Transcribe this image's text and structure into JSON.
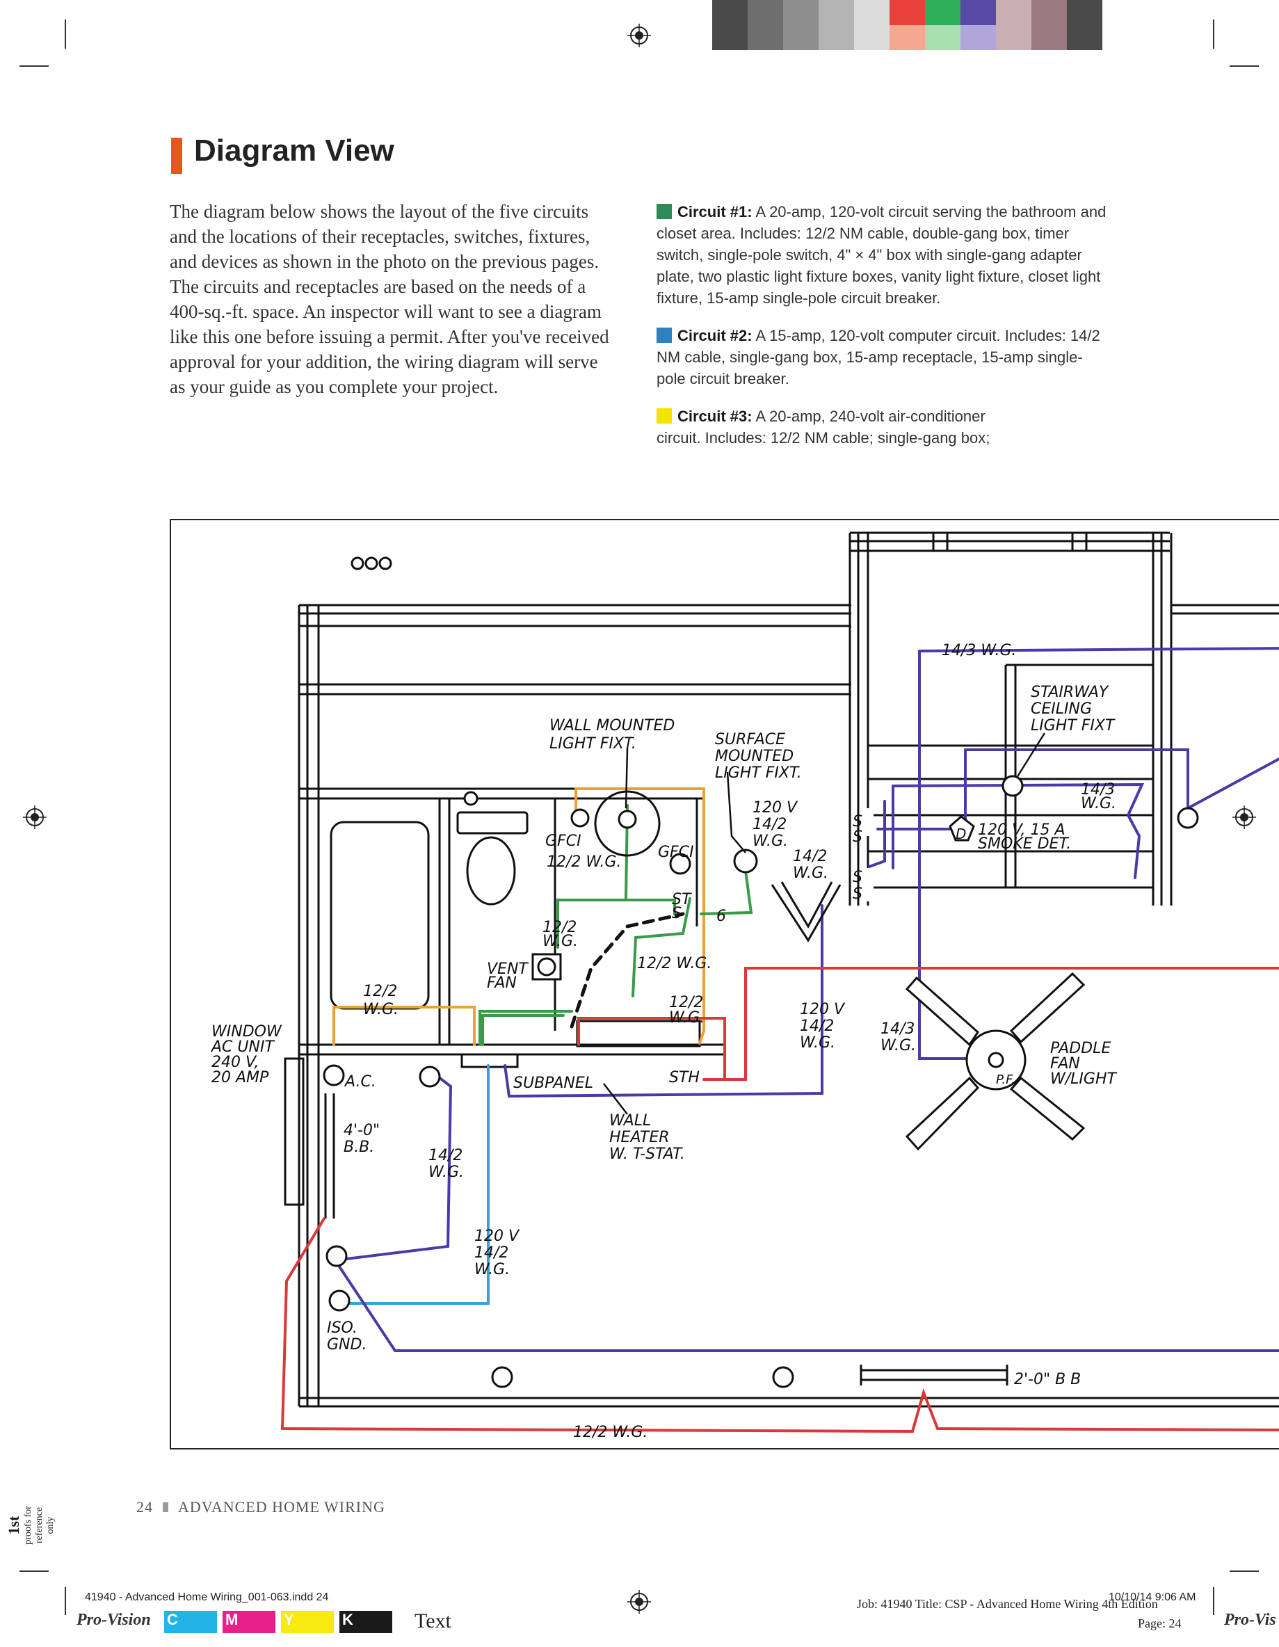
{
  "page": {
    "heading": "Diagram View",
    "intro": "The diagram below shows the layout of the five circuits and the locations of their receptacles, switches, fixtures, and devices as shown in the photo on the previous pages. The circuits and receptacles are based on the needs of a 400-sq.-ft. space. An inspector will want to see a diagram like this one before issuing a permit. After you've received approval for your addition, the wiring diagram will serve as your guide as you complete your project.",
    "circuits": [
      {
        "label": "Circuit #1:",
        "text": " A 20-amp, 120-volt circuit serving the bathroom and closet area. Includes: 12/2 NM cable, double-gang box, timer switch, single-pole switch, 4\" × 4\" box with single-gang adapter plate, two plastic light fixture boxes, vanity light fixture, closet light fixture, 15-amp single-pole circuit breaker.",
        "color": "#2e8b57"
      },
      {
        "label": "Circuit #2:",
        "text": " A 15-amp, 120-volt computer circuit. Includes: 14/2 NM cable, single-gang box, 15-amp receptacle, 15-amp single-pole circuit breaker.",
        "color": "#2f7fc1"
      },
      {
        "label": "Circuit #3:",
        "text": " A 20-amp, 240-volt air-conditioner circuit. Includes: 12/2 NM cable; single-gang box;",
        "color": "#f5e400"
      }
    ],
    "footer": {
      "page_number": "24",
      "book_title": "ADVANCED HOME WIRING"
    }
  },
  "diagram_labels": {
    "wall_mounted": [
      "WALL MOUNTED",
      "LIGHT FIXT."
    ],
    "surface_mounted": [
      "SURFACE",
      "MOUNTED",
      "LIGHT FIXT."
    ],
    "stairway": [
      "STAIRWAY",
      "CEILING",
      "LIGHT FIXT"
    ],
    "wg_14_3_top": "14/3 W.G.",
    "wg_14_3_right": [
      "14/3",
      "W.G."
    ],
    "smoke_det": [
      "120 V, 15 A",
      "SMOKE DET."
    ],
    "smoke_d": "D",
    "gfci_left": "GFCI",
    "gfci_right": "GFCI",
    "wg_12_2_vanity": "12/2 W.G.",
    "wg_120_14_2_top": [
      "120 V",
      "14/2",
      "W.G."
    ],
    "wg_14_2_switch": [
      "14/2",
      "W.G."
    ],
    "switch_s": "S",
    "switch_st": "ST",
    "switch_6": "6",
    "wg_12_2_fan": [
      "12/2",
      "W.G."
    ],
    "vent_fan": [
      "VENT",
      "FAN"
    ],
    "wg_12_2_mid": "12/2 W.G.",
    "wg_12_2_tub": [
      "12/2",
      "W.G."
    ],
    "wg_12_2_heater": [
      "12/2",
      "W.G."
    ],
    "window_ac": [
      "WINDOW",
      "AC UNIT",
      "240 V,",
      "20 AMP"
    ],
    "ac": "A.C.",
    "subpanel": "SUBPANEL",
    "sth": "STH",
    "wall_heater": [
      "WALL",
      "HEATER",
      "W. T-STAT."
    ],
    "wg_120_14_2_mid": [
      "120 V",
      "14/2",
      "W.G."
    ],
    "wg_14_3_fan": [
      "14/3",
      "W.G."
    ],
    "paddle_fan": [
      "PADDLE",
      "FAN",
      "W/LIGHT"
    ],
    "pf": "P.F.",
    "bb_4": [
      "4'-0\"",
      "B.B."
    ],
    "wg_14_2_left": [
      "14/2",
      "W.G."
    ],
    "wg_120_14_2_bottom": [
      "120 V",
      "14/2",
      "W.G."
    ],
    "iso_gnd": [
      "ISO.",
      "GND."
    ],
    "bb_2": "2'-0\" B B",
    "wg_12_2_bottom": "12/2 W.G."
  },
  "slug": {
    "side_1st": "1st",
    "side_proofs": "proofs for",
    "side_reference": "reference",
    "side_only": "only",
    "file": "41940 - Advanced Home Wiring_001-063.indd   24",
    "job": "Job: 41940 Title: CSP - Advanced Home Wiring 4th Edition",
    "page": "Page: 24",
    "datetime": "10/10/14  9:06 AM",
    "brand_left": "Pro-Vision",
    "brand_right": "Pro-Vis",
    "plate_c": "C",
    "plate_m": "M",
    "plate_y": "Y",
    "plate_k": "K",
    "text_label": "Text"
  },
  "colors": {
    "wire_green": "#3a9a4a",
    "wire_blue": "#3aa0d8",
    "wire_purple": "#4a3aa8",
    "wire_red": "#d83a3a",
    "wire_orange": "#f0a030",
    "accent": "#e8561f"
  }
}
